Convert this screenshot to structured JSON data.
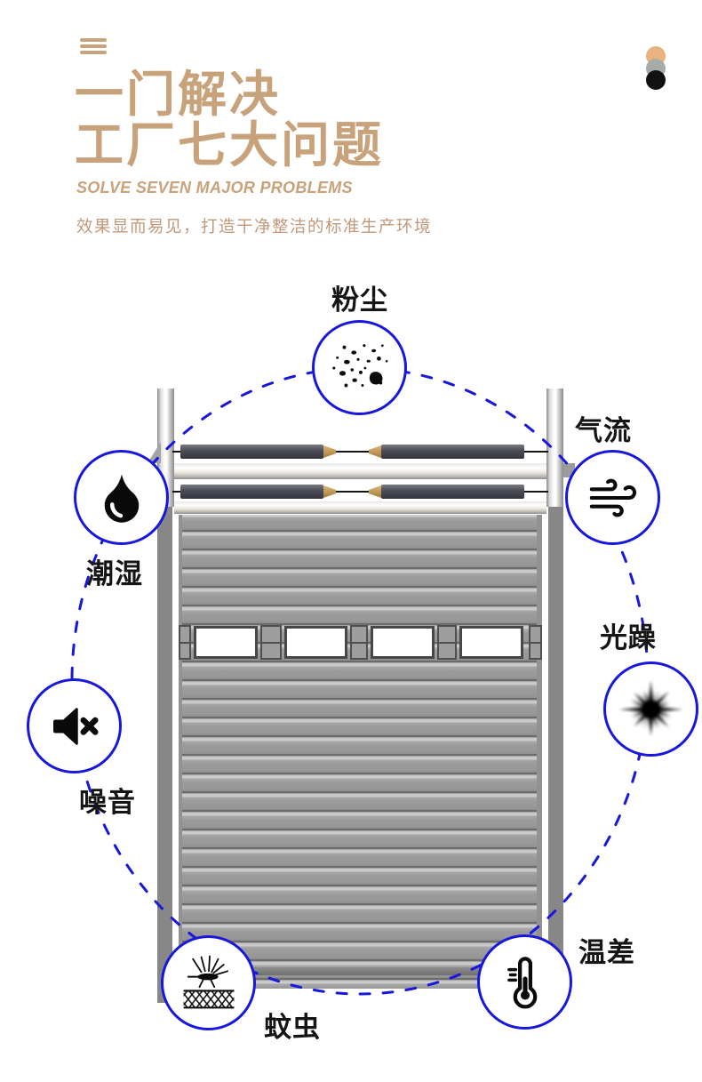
{
  "colors": {
    "accent": "#c8a27b",
    "accent2": "#c1997a",
    "blue": "#1717dd",
    "ink": "#151515"
  },
  "header": {
    "title_line1": "一门解决",
    "title_line2": "工厂七大问题",
    "subtitle": "SOLVE SEVEN MAJOR PROBLEMS",
    "tagline": "效果显而易见，打造干净整洁的标准生产环境",
    "dots": [
      {
        "name": "tan-dot",
        "color": "#e9b27e"
      },
      {
        "name": "gray-dot",
        "color": "#a8aca9"
      },
      {
        "name": "black-dot",
        "color": "#111111"
      }
    ]
  },
  "diagram": {
    "description": "Industrial sectional factory door surrounded by seven problem icons on a dashed blue orbit",
    "problems": [
      {
        "id": "dust",
        "label": "粉尘",
        "icon": "dust-particles-icon"
      },
      {
        "id": "airflow",
        "label": "气流",
        "icon": "wind-icon"
      },
      {
        "id": "glare",
        "label": "光躁",
        "icon": "light-flare-icon"
      },
      {
        "id": "temperature",
        "label": "温差",
        "icon": "thermometer-icon"
      },
      {
        "id": "insects",
        "label": "蚊虫",
        "icon": "mosquito-net-icon"
      },
      {
        "id": "noise",
        "label": "噪音",
        "icon": "speaker-mute-icon"
      },
      {
        "id": "damp",
        "label": "潮湿",
        "icon": "water-drop-icon"
      }
    ]
  }
}
